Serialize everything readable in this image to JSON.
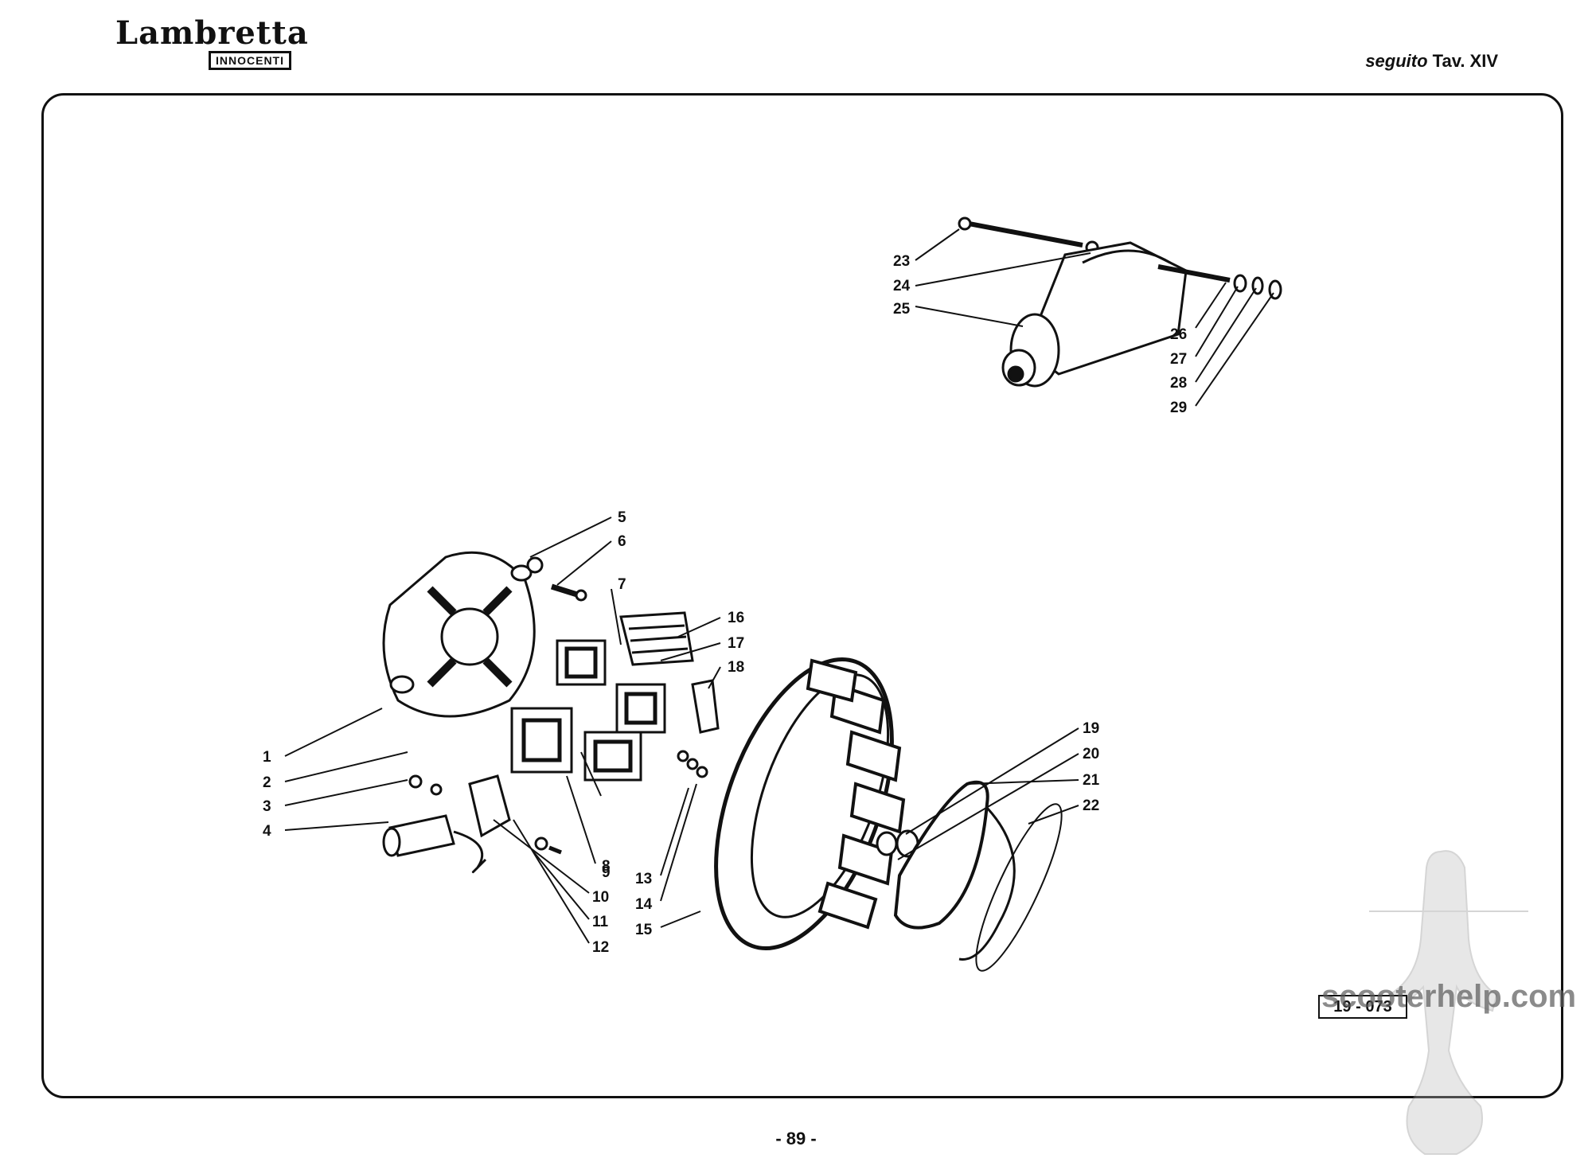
{
  "header": {
    "brand": "Lambretta",
    "brand_sub": "INNOCENTI",
    "plate_prefix": "seguito",
    "plate_title": "Tav. XIV"
  },
  "callouts": [
    "1",
    "2",
    "3",
    "4",
    "5",
    "6",
    "7",
    "8",
    "9",
    "10",
    "11",
    "12",
    "13",
    "14",
    "15",
    "16",
    "17",
    "18",
    "19",
    "20",
    "21",
    "22",
    "23",
    "24",
    "25",
    "26",
    "27",
    "28",
    "29"
  ],
  "reference_code": "19 - 073",
  "watermark": "scooterhelp.com",
  "footer": {
    "page_number": "- 89 -"
  },
  "colors": {
    "ink": "#111111",
    "paper": "#ffffff"
  }
}
